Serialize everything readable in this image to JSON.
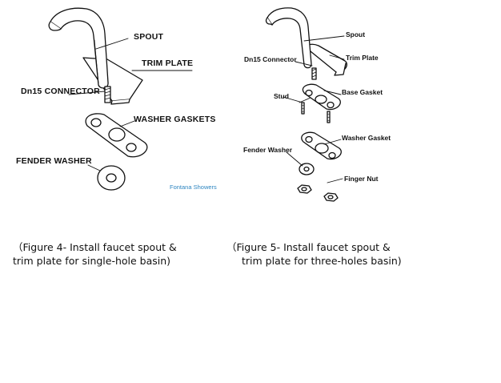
{
  "figure4": {
    "labels": {
      "spout": "SPOUT",
      "trim_plate": "TRIM PLATE",
      "connector": "Dn15 CONNECTOR",
      "washer_gaskets": "WASHER GASKETS",
      "fender_washer": "FENDER WASHER"
    },
    "watermark": "Fontana Showers",
    "caption_line1": "（Figure 4- Install faucet spout &",
    "caption_line2": "trim plate for single-hole basin)"
  },
  "figure5": {
    "labels": {
      "spout": "Spout",
      "connector": "Dn15 Connector",
      "trim_plate": "Trim Plate",
      "stud": "Stud",
      "base_gasket": "Base Gasket",
      "washer_gasket": "Washer Gasket",
      "fender_washer": "Fender Washer",
      "finger_nut": "Finger Nut"
    },
    "caption_line1": "（Figure 5- Install faucet spout &",
    "caption_line2": "trim plate for three-holes basin)"
  },
  "colors": {
    "line": "#111111",
    "watermark": "#2e86c1"
  }
}
